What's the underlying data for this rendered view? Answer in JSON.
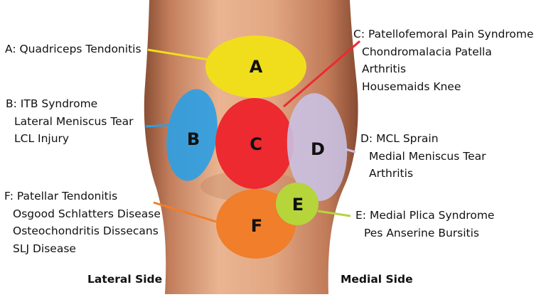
{
  "zones": [
    {
      "id": "A",
      "letter": "A",
      "color": "#f0de1c",
      "opacity": 1.0,
      "labels": [
        "A: Quadriceps Tendonitis"
      ]
    },
    {
      "id": "B",
      "letter": "B",
      "color": "#2f9ee2",
      "opacity": 0.92,
      "labels": [
        "B: ITB Syndrome",
        "Lateral Meniscus Tear",
        "LCL Injury"
      ]
    },
    {
      "id": "C",
      "letter": "C",
      "color": "#ec2a2f",
      "opacity": 1.0,
      "labels": [
        "C: Patellofemoral Pain Syndrome",
        "Chondromalacia Patella",
        "Arthritis",
        "Housemaids Knee"
      ]
    },
    {
      "id": "D",
      "letter": "D",
      "color": "#c9c3e6",
      "opacity": 0.88,
      "labels": [
        "D: MCL Sprain",
        "Medial Meniscus Tear",
        "Arthritis"
      ]
    },
    {
      "id": "F",
      "letter": "F",
      "color": "#f07e2a",
      "opacity": 1.0,
      "labels": [
        "F: Patellar Tendonitis",
        "Osgood Schlatters Disease",
        "Osteochondritis Dissecans",
        "SLJ Disease"
      ]
    },
    {
      "id": "E",
      "letter": "E",
      "color": "#b5d53b",
      "opacity": 1.0,
      "labels": [
        "E: Medial Plica Syndrome",
        "Pes Anserine Bursitis"
      ]
    }
  ],
  "sides": {
    "lateral": "Lateral Side",
    "medial": "Medial Side"
  },
  "colors": {
    "skin_light": "#e9b08d",
    "skin_mid": "#c88462",
    "skin_dark": "#8a4e34"
  }
}
